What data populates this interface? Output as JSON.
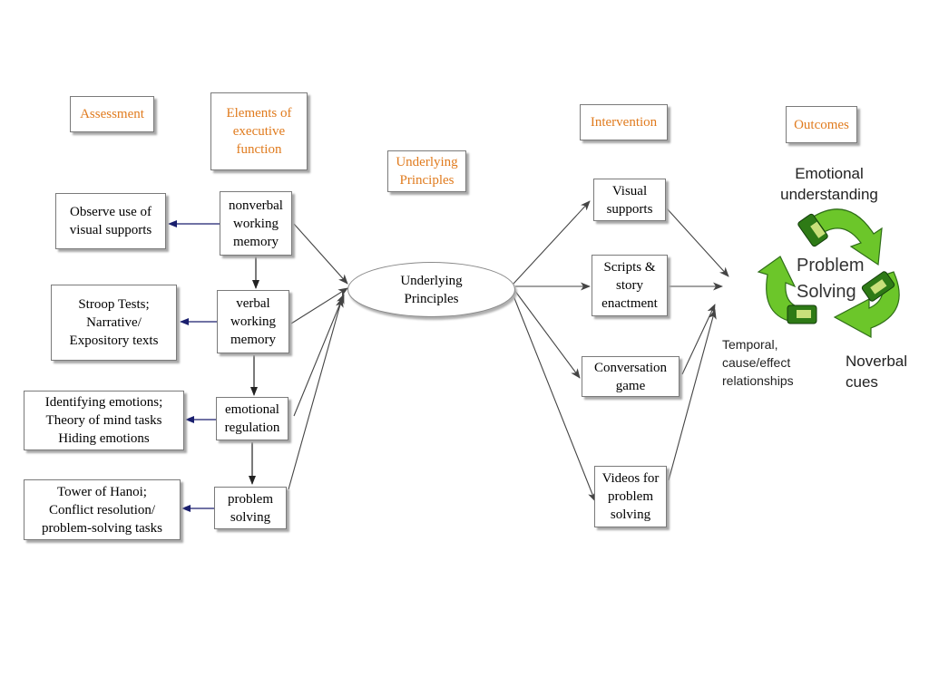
{
  "headers": {
    "assessment": "Assessment",
    "elements": "Elements of\nexecutive\nfunction",
    "principles": "Underlying\nPrinciples",
    "intervention": "Intervention",
    "outcomes": "Outcomes"
  },
  "assessments": {
    "visual": "Observe use of\nvisual supports",
    "stroop": "Stroop Tests;\nNarrative/\nExpository texts",
    "emotions": "Identifying emotions;\nTheory of mind tasks\nHiding emotions",
    "hanoi": "Tower of Hanoi;\nConflict resolution/\nproblem-solving tasks"
  },
  "elements": {
    "nonverbal": "nonverbal\nworking\nmemory",
    "verbal": "verbal\nworking\nmemory",
    "emotional": "emotional\nregulation",
    "problem": "problem\nsolving"
  },
  "center": "Underlying\nPrinciples",
  "interventions": {
    "visual": "Visual\nsupports",
    "scripts": "Scripts &\nstory\nenactment",
    "conversation": "Conversation\ngame",
    "videos": "Videos for\nproblem\nsolving"
  },
  "outcomes": {
    "emotional": "Emotional\nunderstanding",
    "problem": "Problem\nSolving",
    "temporal": "Temporal,\ncause/effect\nrelationships",
    "nonverbal": "Noverbal\ncues"
  },
  "colors": {
    "header_text": "#e07b1e",
    "assessment_arrow": "#1a1f6e",
    "flow_arrow": "#444444",
    "cycle_green": "#6cc62a",
    "cycle_dark": "#1f5d1a"
  },
  "icons": [
    "recycle-cycle-icon"
  ]
}
